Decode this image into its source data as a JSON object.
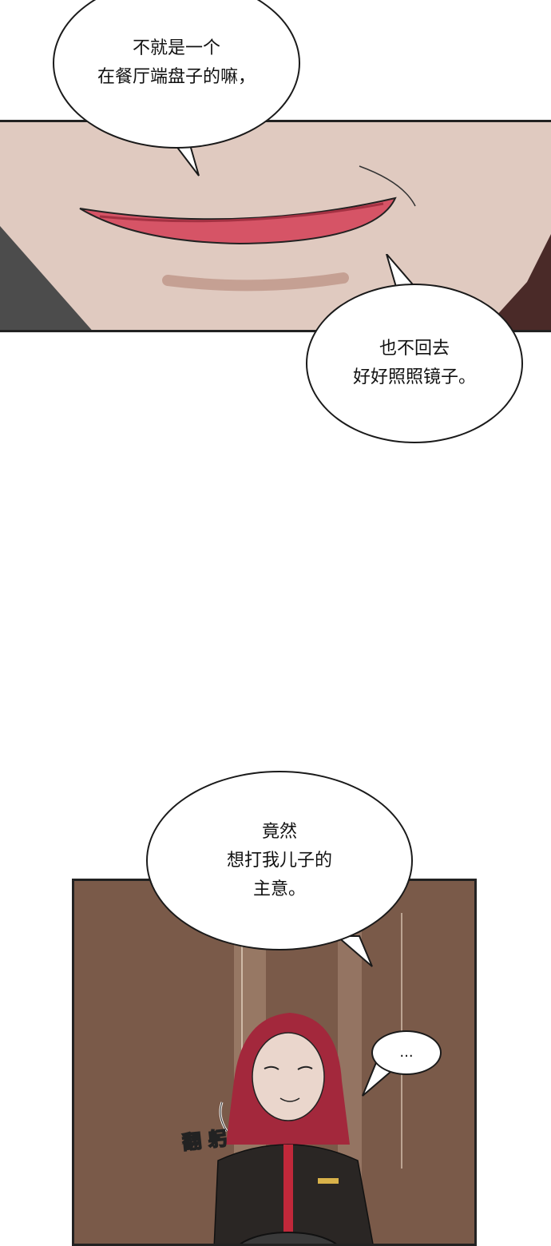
{
  "bubbles": [
    {
      "id": "b1",
      "text": "不就是一个\n在餐厅端盘子的嘛，"
    },
    {
      "id": "b2",
      "text": "也不回去\n好好照照镜子。"
    },
    {
      "id": "b3",
      "text": "竟然\n想打我儿子的\n主意。"
    },
    {
      "id": "b4",
      "text": "..."
    }
  ],
  "sfx": "翻 躬",
  "colors": {
    "lips": "#d95a6a",
    "skin": "#e2cdc3",
    "hair": "#a3283c",
    "uniform": "#2a2624"
  }
}
